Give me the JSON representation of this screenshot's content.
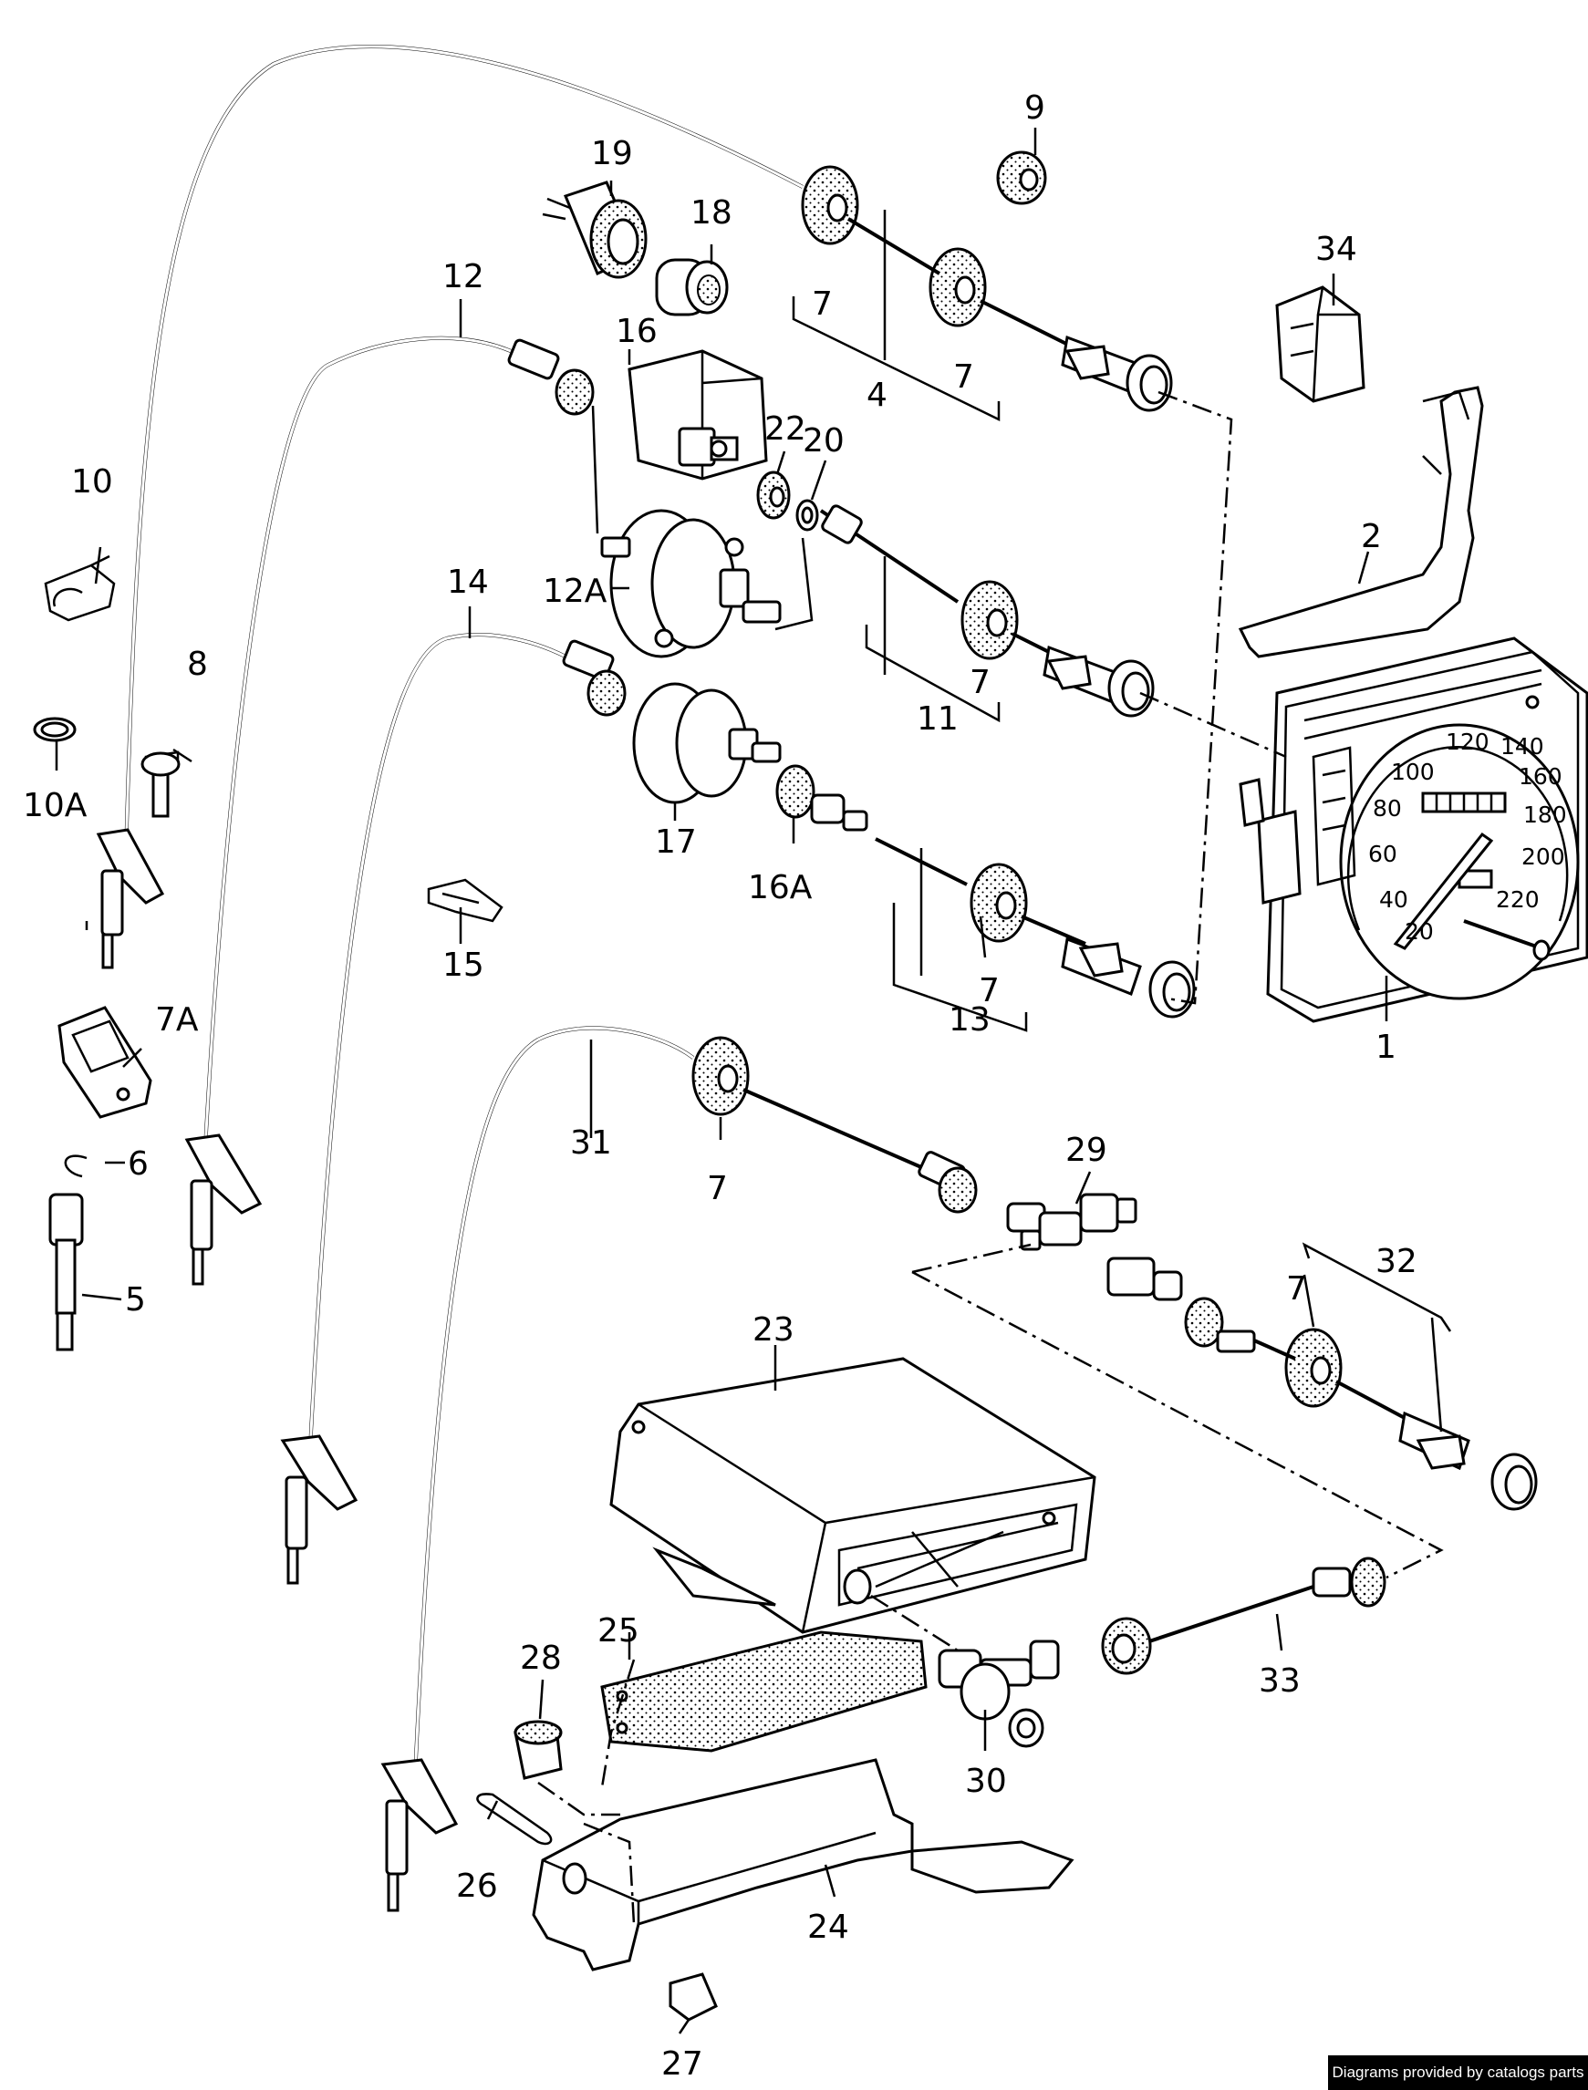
{
  "diagram": {
    "labels": {
      "l1": "1",
      "l2": "2",
      "l4": "4",
      "l5": "5",
      "l6": "6",
      "l7a": "7",
      "l7b": "7",
      "l7c": "7",
      "l7d": "7",
      "l7e": "7",
      "l7f": "7",
      "l7A": "7A",
      "l8": "8",
      "l9": "9",
      "l10": "10",
      "l10A": "10A",
      "l11": "11",
      "l12": "12",
      "l12A": "12A",
      "l13": "13",
      "l14": "14",
      "l15": "15",
      "l16": "16",
      "l16A": "16A",
      "l17": "17",
      "l18": "18",
      "l19": "19",
      "l20": "20",
      "l22": "22",
      "l23": "23",
      "l24": "24",
      "l25": "25",
      "l26": "26",
      "l27": "27",
      "l28": "28",
      "l29": "29",
      "l30": "30",
      "l31": "31",
      "l32": "32",
      "l33": "33",
      "l34": "34"
    },
    "speedometer_scale": [
      "20",
      "40",
      "60",
      "80",
      "100",
      "120",
      "140",
      "160",
      "180",
      "200",
      "220"
    ]
  },
  "footer": {
    "credit": "Diagrams provided by catalogs parts"
  }
}
